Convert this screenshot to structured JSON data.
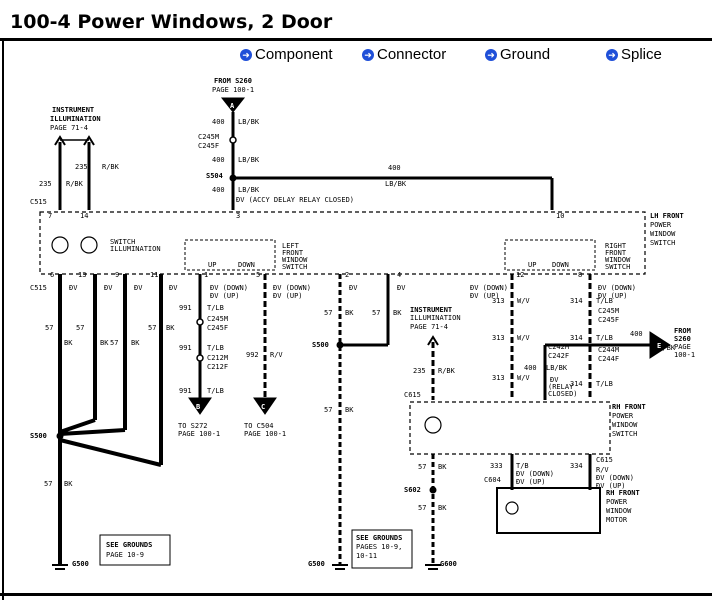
{
  "title": "100-4 Power Windows, 2 Door",
  "nav": [
    {
      "label": "Component",
      "icon": "arrow-right-icon"
    },
    {
      "label": "Connector",
      "icon": "arrow-right-icon"
    },
    {
      "label": "Ground",
      "icon": "arrow-right-icon"
    },
    {
      "label": "Splice",
      "icon": "arrow-right-icon"
    }
  ],
  "colors": {
    "nav_icon": "#1f4fd8",
    "ink": "#000000"
  },
  "diagram": {
    "from_s260_top": {
      "line1": "FROM S260",
      "line2": "PAGE 100-1",
      "letter": "A"
    },
    "inst_illum_left": {
      "line1": "INSTRUMENT",
      "line2": "ILLUMINATION",
      "line3": "PAGE 71-4"
    },
    "wires": {
      "w400_top": "400",
      "lbbk_top": "LB/BK",
      "w400_mid": "400",
      "lbbk_mid": "LB/BK",
      "w400_s504": "400",
      "lbbk_s504": "LB/BK",
      "w400_run": "400",
      "lbbk_run": "LB/BK",
      "w235": "235",
      "rbk235": "R/BK",
      "w235b": "235",
      "rbk235b": "R/BK",
      "w57a": "57",
      "bka": "BK",
      "w57b": "57",
      "bkb": "BK",
      "w57c": "57",
      "bkc": "BK",
      "w57d": "57",
      "bkd": "BK",
      "w991a": "991",
      "tlba": "T/LB",
      "w991b": "991",
      "tlbb": "T/LB",
      "w991c": "991",
      "tlbc": "T/LB",
      "w992": "992",
      "rv": "R/V",
      "w57e": "57",
      "bke": "BK",
      "w57f": "57",
      "bkf": "BK",
      "w57g": "57",
      "bkg": "BK",
      "w313a": "313",
      "wva": "W/V",
      "w313b": "313",
      "wvb": "W/V",
      "w313c": "313",
      "wvc": "W/V",
      "w314a": "314",
      "tlbd": "T/LB",
      "w314b": "314",
      "tlbe": "T/LB",
      "w314c": "314",
      "tlbf": "T/LB",
      "w400r": "400",
      "lbbkr": "LB/BK",
      "w400e": "400",
      "lbbke": "LB/BK",
      "w235r": "235",
      "rbkr": "R/BK",
      "w333": "333",
      "tb": "T/B",
      "w334": "334",
      "rv2": "R/V",
      "w57h": "57",
      "bkh": "BK",
      "w57i": "57",
      "bki": "BK",
      "w57j": "57",
      "bkj": "BK",
      "w57k": "57",
      "bkk": "BK"
    },
    "connectors": {
      "c245m": "C245M",
      "c245f": "C245F",
      "s504": "S504",
      "c515": "C515",
      "c515b": "C515",
      "c245m2": "C245M",
      "c245f2": "C245F",
      "c212m": "C212M",
      "c212f": "C212F",
      "s500a": "S500",
      "s500b": "S500",
      "c245m3": "C245M",
      "c245f3": "C245F",
      "c242m": "C242M",
      "c242f": "C242F",
      "c244m": "C244M",
      "c244f": "C244F",
      "c615": "C615",
      "c615b": "C615",
      "c604": "C604",
      "s602": "S602",
      "g500a": "G500",
      "g500b": "G500",
      "g600": "G600"
    },
    "notes": {
      "acc_relay": "ĐV (ACCY DELAY RELAY CLOSED)",
      "switch_illum1": "SWITCH",
      "switch_illum2": "ILLUMINATION",
      "lh_switch1": "LH FRONT",
      "lh_switch2": "POWER",
      "lh_switch3": "WINDOW",
      "lh_switch4": "SWITCH",
      "lf_win1": "LEFT",
      "lf_win2": "FRONT",
      "lf_win3": "WINDOW",
      "lf_win4": "SWITCH",
      "rf_win1": "RIGHT",
      "rf_win2": "FRONT",
      "rf_win3": "WINDOW",
      "rf_win4": "SWITCH",
      "rh_switch1": "RH FRONT",
      "rh_switch2": "POWER",
      "rh_switch3": "WINDOW",
      "rh_switch4": "SWITCH",
      "rh_motor1": "RH FRONT",
      "rh_motor2": "POWER",
      "rh_motor3": "WINDOW",
      "rh_motor4": "MOTOR",
      "up": "UP",
      "down": "DOWN",
      "to_s272_1": "TO S272",
      "to_s272_2": "PAGE 100-1",
      "letter_b": "B",
      "to_c504_1": "TO C504",
      "to_c504_2": "PAGE 100-1",
      "letter_c": "C",
      "from_s260_r1": "FROM",
      "from_s260_r2": "S260",
      "from_s260_r3": "PAGE",
      "from_s260_r4": "100-1",
      "letter_e": "E",
      "inst_r1": "INSTRUMENT",
      "inst_r2": "ILLUMINATION",
      "inst_r3": "PAGE 71-4",
      "see_grounds_l1": "SEE GROUNDS",
      "see_grounds_l2": "PAGE 10-9",
      "see_grounds_r1": "SEE GROUNDS",
      "see_grounds_r2": "PAGES 10-9,",
      "see_grounds_r3": "10-11",
      "ov_down": "ĐV (DOWN)",
      "ov_up": "ĐV (UP)",
      "ov": "ĐV",
      "ov_relay1": "ĐV",
      "ov_relay2": "(RELAY",
      "ov_relay3": "CLOSED)",
      "pin7": "7",
      "pin14": "14",
      "pin3": "3",
      "pin10": "10",
      "pin6": "6",
      "pin13": "13",
      "pin9": "9",
      "pin11": "11",
      "pin1": "1",
      "pin5": "5",
      "pin2": "2",
      "pin4": "4",
      "pin12": "12",
      "pin8": "8"
    }
  }
}
